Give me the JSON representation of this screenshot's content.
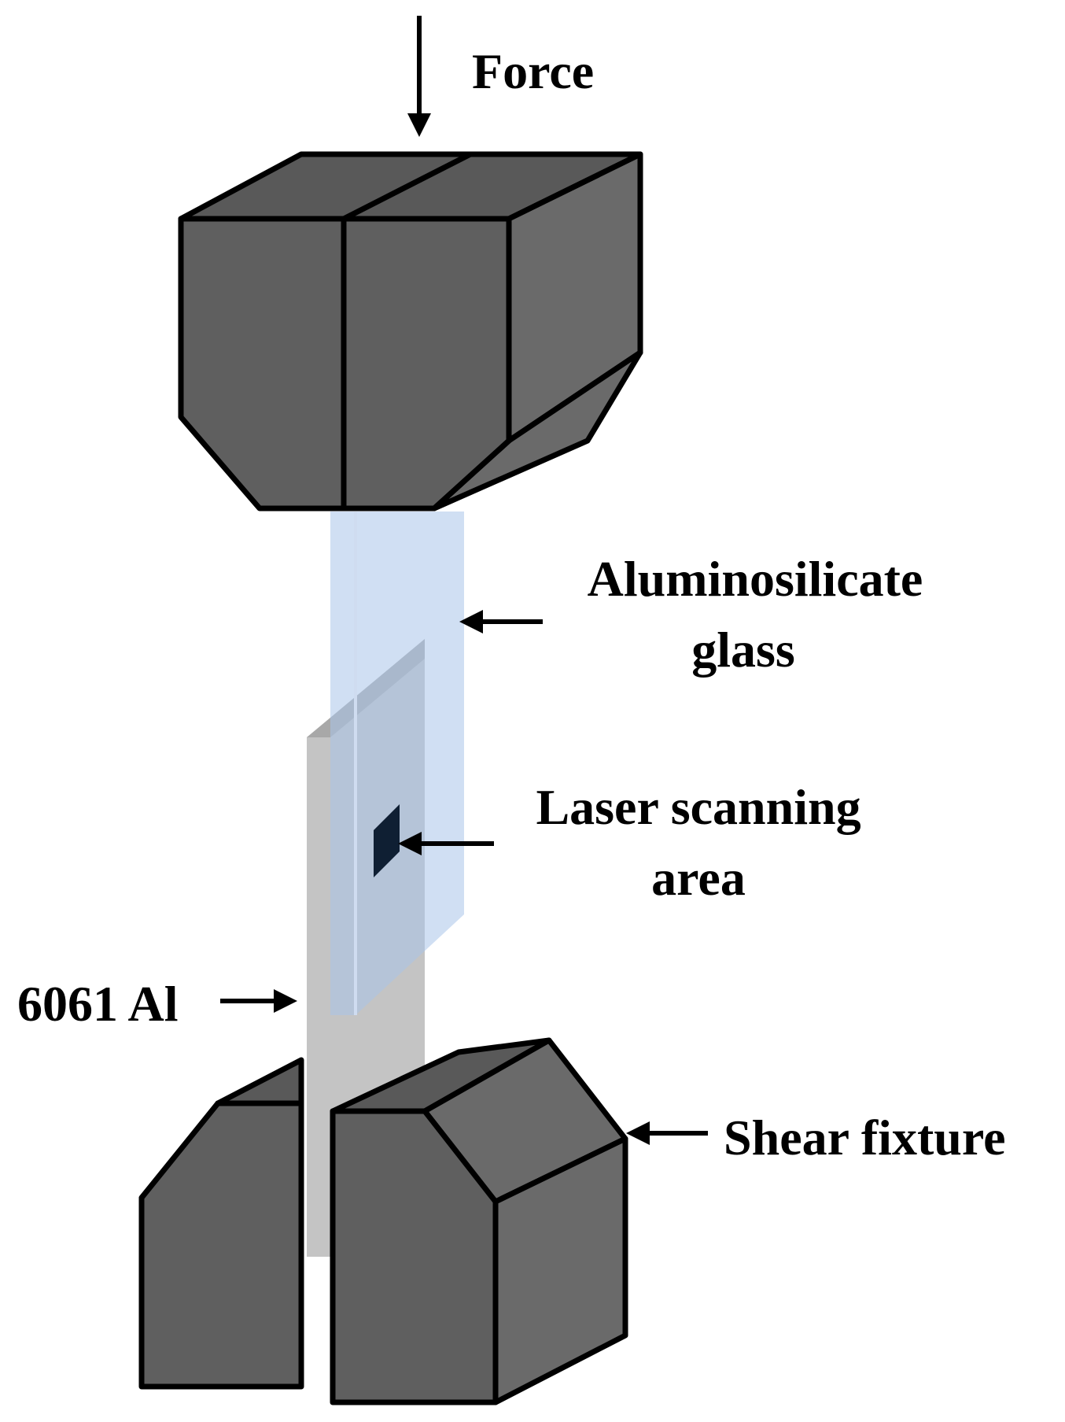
{
  "labels": {
    "force": "Force",
    "glass_line1": "Aluminosilicate",
    "glass_line2": "glass",
    "laser_line1": "Laser scanning",
    "laser_line2": "area",
    "aluminum": "6061 Al",
    "fixture": "Shear fixture"
  },
  "colors": {
    "block_front": "#5f5f5f",
    "block_top": "#595959",
    "block_side": "#6a6a6a",
    "outline": "#000000",
    "glass_fill": "#a9c4ea",
    "glass_edge": "#cfdcf0",
    "aluminum_fill": "#c4c4c4",
    "laser_area": "#0f1f33",
    "arrow": "#000000"
  }
}
